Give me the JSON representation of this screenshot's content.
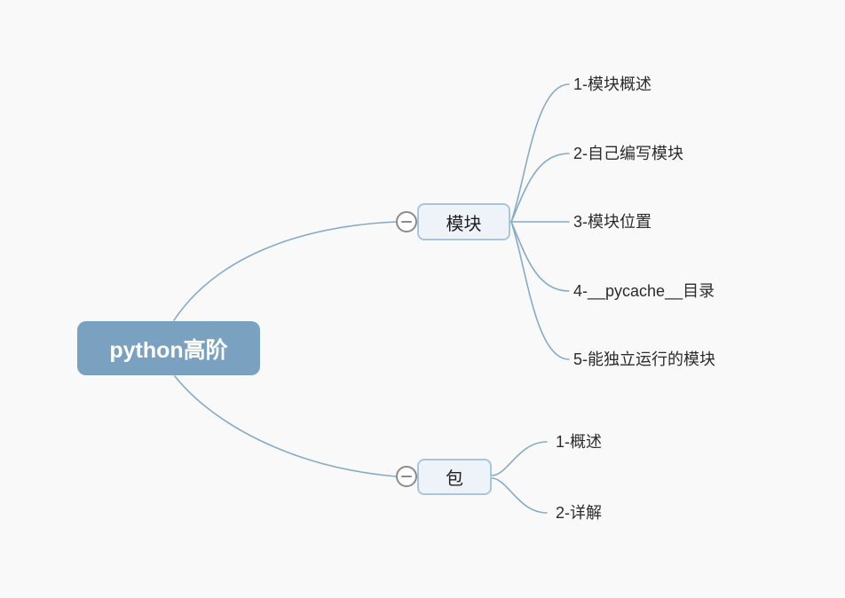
{
  "canvas": {
    "background": "#f9f9f9"
  },
  "colors": {
    "root_fill": "#7ba1c0",
    "root_text": "#ffffff",
    "branch_fill": "#eef3f9",
    "branch_border": "#a9c5dc",
    "connector_line": "#85abca",
    "toggle_border": "#8b8b8b",
    "leaf_text": "#2b2b2b"
  },
  "mindmap": {
    "root": {
      "label": "python高阶"
    },
    "branches": [
      {
        "label": "模块",
        "toggle_state": "expanded",
        "children": [
          {
            "label": "1-模块概述"
          },
          {
            "label": "2-自己编写模块"
          },
          {
            "label": "3-模块位置"
          },
          {
            "label": "4-__pycache__目录"
          },
          {
            "label": "5-能独立运行的模块"
          }
        ]
      },
      {
        "label": "包",
        "toggle_state": "expanded",
        "children": [
          {
            "label": "1-概述"
          },
          {
            "label": "2-详解"
          }
        ]
      }
    ]
  }
}
